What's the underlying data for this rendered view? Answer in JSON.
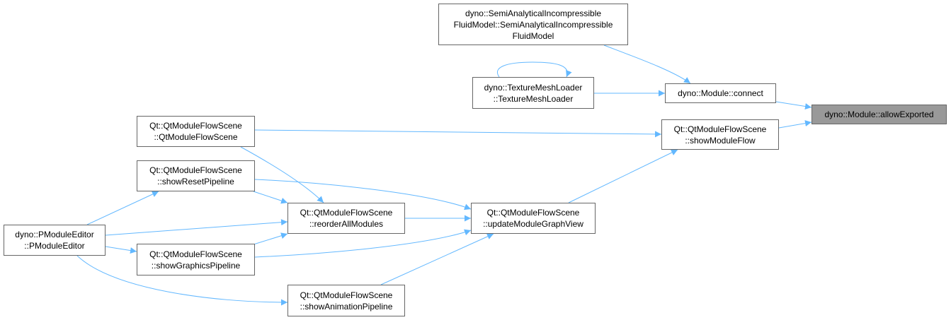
{
  "colors": {
    "edge": "#63b8ff",
    "node_border": "#666666",
    "focus_fill": "#999999",
    "background": "#ffffff"
  },
  "nodes": [
    {
      "id": "allowExported",
      "lines": [
        "dyno::Module::allowExported"
      ],
      "focus": true
    },
    {
      "id": "connect",
      "lines": [
        "dyno::Module::connect"
      ]
    },
    {
      "id": "semiFluid",
      "lines": [
        "dyno::SemiAnalyticalIncompressible",
        "FluidModel::SemiAnalyticalIncompressible",
        "FluidModel"
      ]
    },
    {
      "id": "texMesh",
      "lines": [
        "dyno::TextureMeshLoader",
        "::TextureMeshLoader"
      ]
    },
    {
      "id": "showModuleFlow",
      "lines": [
        "Qt::QtModuleFlowScene",
        "::showModuleFlow"
      ]
    },
    {
      "id": "qtScene",
      "lines": [
        "Qt::QtModuleFlowScene",
        "::QtModuleFlowScene"
      ]
    },
    {
      "id": "updateGraph",
      "lines": [
        "Qt::QtModuleFlowScene",
        "::updateModuleGraphView"
      ]
    },
    {
      "id": "showReset",
      "lines": [
        "Qt::QtModuleFlowScene",
        "::showResetPipeline"
      ]
    },
    {
      "id": "reorder",
      "lines": [
        "Qt::QtModuleFlowScene",
        "::reorderAllModules"
      ]
    },
    {
      "id": "showGraphics",
      "lines": [
        "Qt::QtModuleFlowScene",
        "::showGraphicsPipeline"
      ]
    },
    {
      "id": "showAnim",
      "lines": [
        "Qt::QtModuleFlowScene",
        "::showAnimationPipeline"
      ]
    },
    {
      "id": "pEditor",
      "lines": [
        "dyno::PModuleEditor",
        "::PModuleEditor"
      ]
    }
  ],
  "edges": [
    {
      "from": "connect",
      "to": "allowExported"
    },
    {
      "from": "showModuleFlow",
      "to": "allowExported"
    },
    {
      "from": "semiFluid",
      "to": "connect"
    },
    {
      "from": "texMesh",
      "to": "connect"
    },
    {
      "from": "texMesh",
      "to": "texMesh"
    },
    {
      "from": "qtScene",
      "to": "showModuleFlow"
    },
    {
      "from": "updateGraph",
      "to": "showModuleFlow"
    },
    {
      "from": "showReset",
      "to": "updateGraph"
    },
    {
      "from": "reorder",
      "to": "updateGraph"
    },
    {
      "from": "showGraphics",
      "to": "updateGraph"
    },
    {
      "from": "showAnim",
      "to": "updateGraph"
    },
    {
      "from": "qtScene",
      "to": "reorder"
    },
    {
      "from": "showReset",
      "to": "reorder"
    },
    {
      "from": "showGraphics",
      "to": "reorder"
    },
    {
      "from": "pEditor",
      "to": "showReset"
    },
    {
      "from": "pEditor",
      "to": "reorder"
    },
    {
      "from": "pEditor",
      "to": "showGraphics"
    },
    {
      "from": "pEditor",
      "to": "showAnim"
    }
  ]
}
